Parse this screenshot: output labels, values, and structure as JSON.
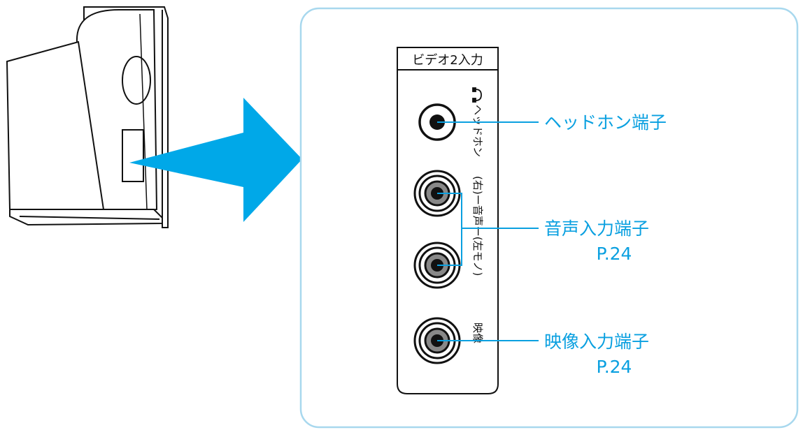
{
  "panel": {
    "title": "ビデオ2入力",
    "side_labels": {
      "headphone": "ヘッドホン",
      "audio": "(右)ー音声ー(左モノ)",
      "video": "映像"
    }
  },
  "callouts": {
    "headphone": {
      "label": "ヘッドホン端子"
    },
    "audio": {
      "label": "音声入力端子",
      "page": "P.24"
    },
    "video": {
      "label": "映像入力端子",
      "page": "P.24"
    }
  },
  "colors": {
    "accent": "#0aa0e0",
    "arrow": "#00a8e8",
    "frame_border": "#a8d8ee",
    "outline": "#111111"
  },
  "icons": {
    "headphone": "headphone-icon"
  }
}
